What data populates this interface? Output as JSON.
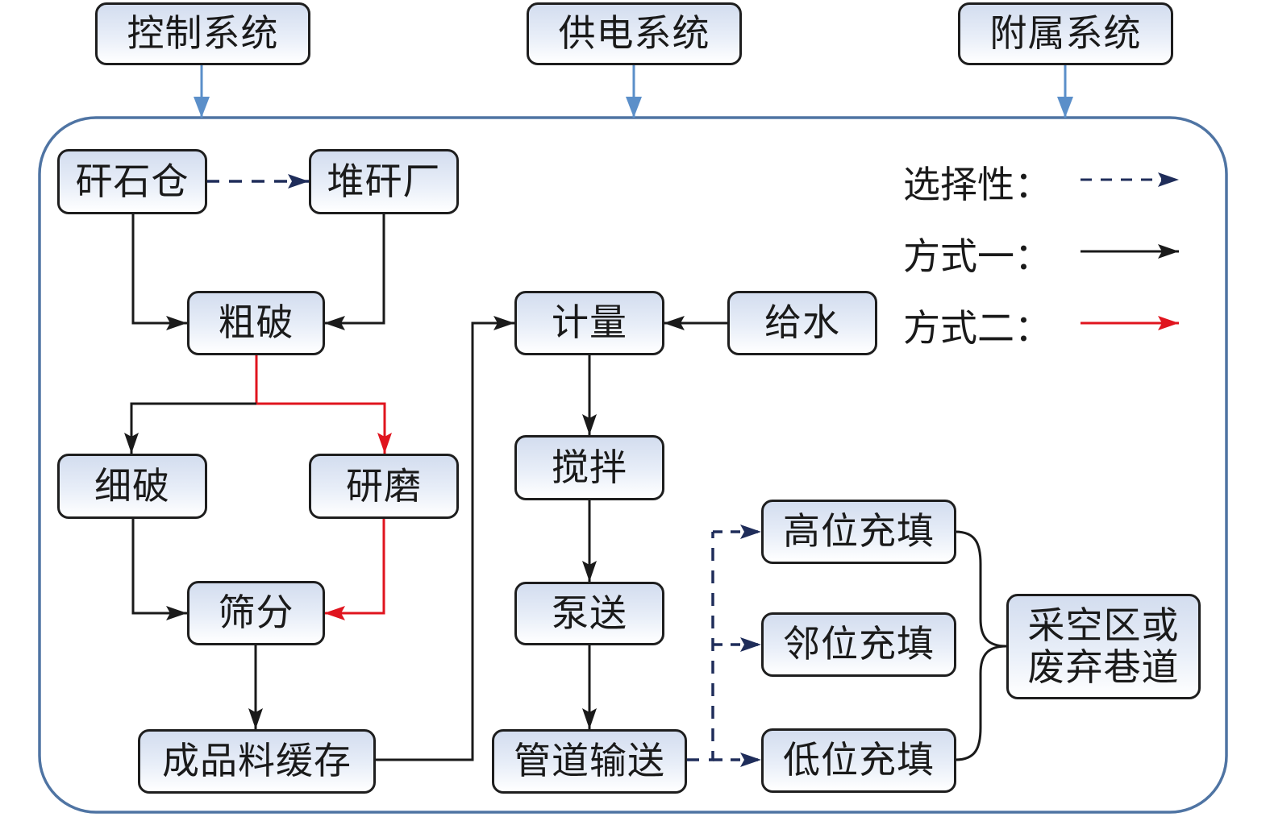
{
  "top_systems": [
    {
      "id": "control",
      "label": "控制系统"
    },
    {
      "id": "power",
      "label": "供电系统"
    },
    {
      "id": "auxiliary",
      "label": "附属系统"
    }
  ],
  "nodes": {
    "gangue_bin": "矸石仓",
    "gangue_yard": "堆矸厂",
    "coarse_crush": "粗破",
    "fine_crush": "细破",
    "grinding": "研磨",
    "screening": "筛分",
    "product_buffer": "成品料缓存",
    "metering": "计量",
    "water_supply": "给水",
    "mixing": "搅拌",
    "pumping": "泵送",
    "pipeline_transport": "管道输送",
    "high_fill": "高位充填",
    "adjacent_fill": "邻位充填",
    "low_fill": "低位充填",
    "goaf": "采空区或\n废弃巷道"
  },
  "legend": [
    {
      "label": "选择性：",
      "style": "dashed",
      "color": "#1f2d5a"
    },
    {
      "label": "方式一：",
      "style": "solid",
      "color": "#1a1a1a"
    },
    {
      "label": "方式二：",
      "style": "solid",
      "color": "#e0141e"
    }
  ],
  "colors": {
    "container_border": "#4f74a3",
    "system_arrow": "#5b8fc9",
    "method1": "#1a1a1a",
    "method2": "#e0141e",
    "optional": "#1f2d5a"
  }
}
